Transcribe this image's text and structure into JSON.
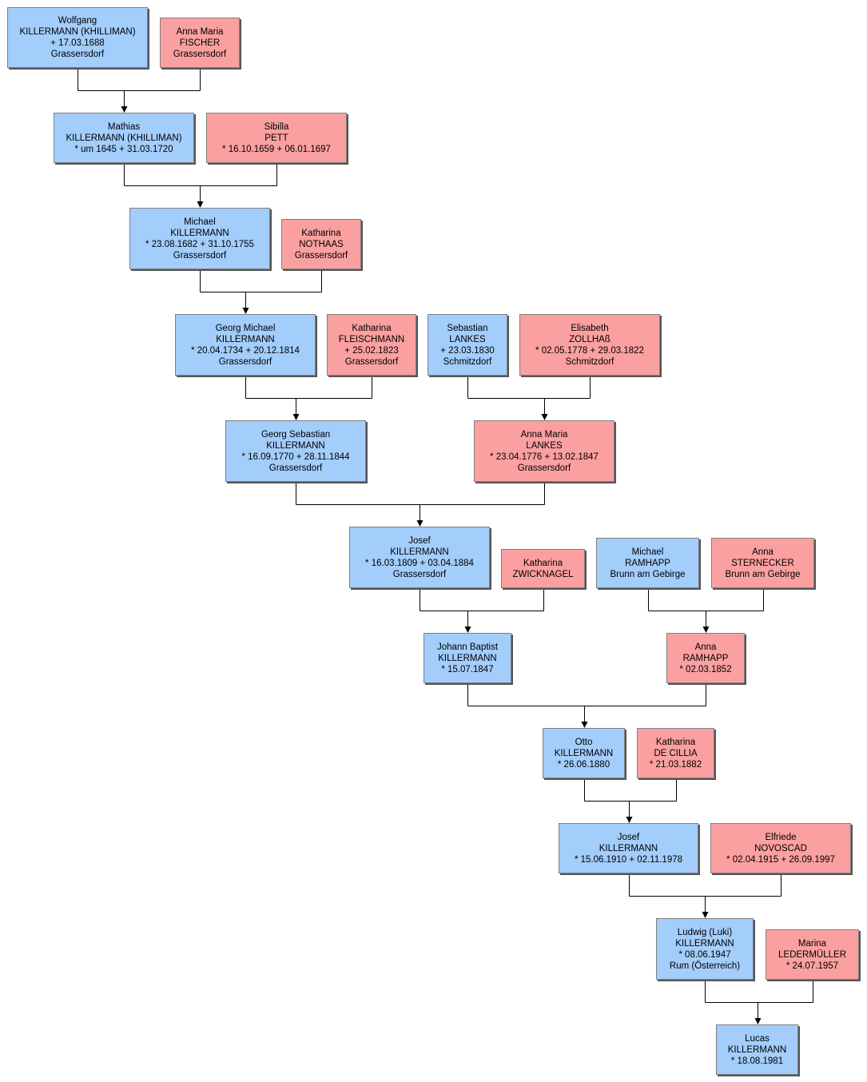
{
  "colors": {
    "male": "#a3cdfb",
    "female": "#fba0a0",
    "line": "#000000"
  },
  "people": {
    "wolfgang": {
      "sex": "male",
      "lines": [
        "Wolfgang",
        "KILLERMANN (KHILLIMAN)",
        "+ 17.03.1688",
        "Grassersdorf"
      ]
    },
    "anna_maria_fischer": {
      "sex": "female",
      "lines": [
        "Anna Maria",
        "FISCHER",
        "Grassersdorf"
      ]
    },
    "mathias": {
      "sex": "male",
      "lines": [
        "Mathias",
        "KILLERMANN (KHILLIMAN)",
        "* um 1645  + 31.03.1720"
      ]
    },
    "sibilla": {
      "sex": "female",
      "lines": [
        "Sibilla",
        "PETT",
        "* 16.10.1659  + 06.01.1697"
      ]
    },
    "michael": {
      "sex": "male",
      "lines": [
        "Michael",
        "KILLERMANN",
        "* 23.08.1682  + 31.10.1755",
        "Grassersdorf"
      ]
    },
    "katharina_nothaas": {
      "sex": "female",
      "lines": [
        "Katharina",
        "NOTHAAS",
        "Grassersdorf"
      ]
    },
    "georg_michael": {
      "sex": "male",
      "lines": [
        "Georg Michael",
        "KILLERMANN",
        "* 20.04.1734  + 20.12.1814",
        "Grassersdorf"
      ]
    },
    "katharina_fleischmann": {
      "sex": "female",
      "lines": [
        "Katharina",
        "FLEISCHMANN",
        "+ 25.02.1823",
        "Grassersdorf"
      ]
    },
    "sebastian": {
      "sex": "male",
      "lines": [
        "Sebastian",
        "LANKES",
        "+ 23.03.1830",
        "Schmitzdorf"
      ]
    },
    "elisabeth": {
      "sex": "female",
      "lines": [
        "Elisabeth",
        "ZOLLHAß",
        "* 02.05.1778  + 29.03.1822",
        "Schmitzdorf"
      ]
    },
    "georg_sebastian": {
      "sex": "male",
      "lines": [
        "Georg Sebastian",
        "KILLERMANN",
        "* 16.09.1770  + 28.11.1844",
        "Grassersdorf"
      ]
    },
    "anna_maria_lankes": {
      "sex": "female",
      "lines": [
        "Anna Maria",
        "LANKES",
        "* 23.04.1776  + 13.02.1847",
        "Grassersdorf"
      ]
    },
    "josef_1809": {
      "sex": "male",
      "lines": [
        "Josef",
        "KILLERMANN",
        "* 16.03.1809  + 03.04.1884",
        "Grassersdorf"
      ]
    },
    "katharina_zwicknagel": {
      "sex": "female",
      "lines": [
        "Katharina",
        "ZWICKNAGEL"
      ]
    },
    "michael_ramhapp": {
      "sex": "male",
      "lines": [
        "Michael",
        "RAMHAPP",
        "Brunn am Gebirge"
      ]
    },
    "anna_sternecker": {
      "sex": "female",
      "lines": [
        "Anna",
        "STERNECKER",
        "Brunn am Gebirge"
      ]
    },
    "johann_baptist": {
      "sex": "male",
      "lines": [
        "Johann Baptist",
        "KILLERMANN",
        "* 15.07.1847"
      ]
    },
    "anna_ramhapp": {
      "sex": "female",
      "lines": [
        "Anna",
        "RAMHAPP",
        "* 02.03.1852"
      ]
    },
    "otto": {
      "sex": "male",
      "lines": [
        "Otto",
        "KILLERMANN",
        "* 26.06.1880"
      ]
    },
    "katharina_de_cillia": {
      "sex": "female",
      "lines": [
        "Katharina",
        "DE CILLIA",
        "* 21.03.1882"
      ]
    },
    "josef_1910": {
      "sex": "male",
      "lines": [
        "Josef",
        "KILLERMANN",
        "* 15.06.1910  + 02.11.1978"
      ]
    },
    "elfriede": {
      "sex": "female",
      "lines": [
        "Elfriede",
        "NOVOSCAD",
        "* 02.04.1915  + 26.09.1997"
      ]
    },
    "ludwig": {
      "sex": "male",
      "lines": [
        "Ludwig (Luki)",
        "KILLERMANN",
        "* 08.06.1947",
        "Rum (Österreich)"
      ]
    },
    "marina": {
      "sex": "female",
      "lines": [
        "Marina",
        "LEDERMÜLLER",
        "* 24.07.1957"
      ]
    },
    "lucas": {
      "sex": "male",
      "lines": [
        "Lucas",
        "KILLERMANN",
        "* 18.08.1981"
      ]
    }
  },
  "unions": [
    {
      "father": "wolfgang",
      "mother": "anna_maria_fischer",
      "child": "mathias"
    },
    {
      "father": "mathias",
      "mother": "sibilla",
      "child": "michael"
    },
    {
      "father": "michael",
      "mother": "katharina_nothaas",
      "child": "georg_michael"
    },
    {
      "father": "georg_michael",
      "mother": "katharina_fleischmann",
      "child": "georg_sebastian"
    },
    {
      "father": "sebastian",
      "mother": "elisabeth",
      "child": "anna_maria_lankes"
    },
    {
      "father": "georg_sebastian",
      "mother": "anna_maria_lankes",
      "child": "josef_1809"
    },
    {
      "father": "josef_1809",
      "mother": "katharina_zwicknagel",
      "child": "johann_baptist"
    },
    {
      "father": "michael_ramhapp",
      "mother": "anna_sternecker",
      "child": "anna_ramhapp"
    },
    {
      "father": "johann_baptist",
      "mother": "anna_ramhapp",
      "child": "otto"
    },
    {
      "father": "otto",
      "mother": "katharina_de_cillia",
      "child": "josef_1910"
    },
    {
      "father": "josef_1910",
      "mother": "elfriede",
      "child": "ludwig"
    },
    {
      "father": "ludwig",
      "mother": "marina",
      "child": "lucas"
    }
  ]
}
